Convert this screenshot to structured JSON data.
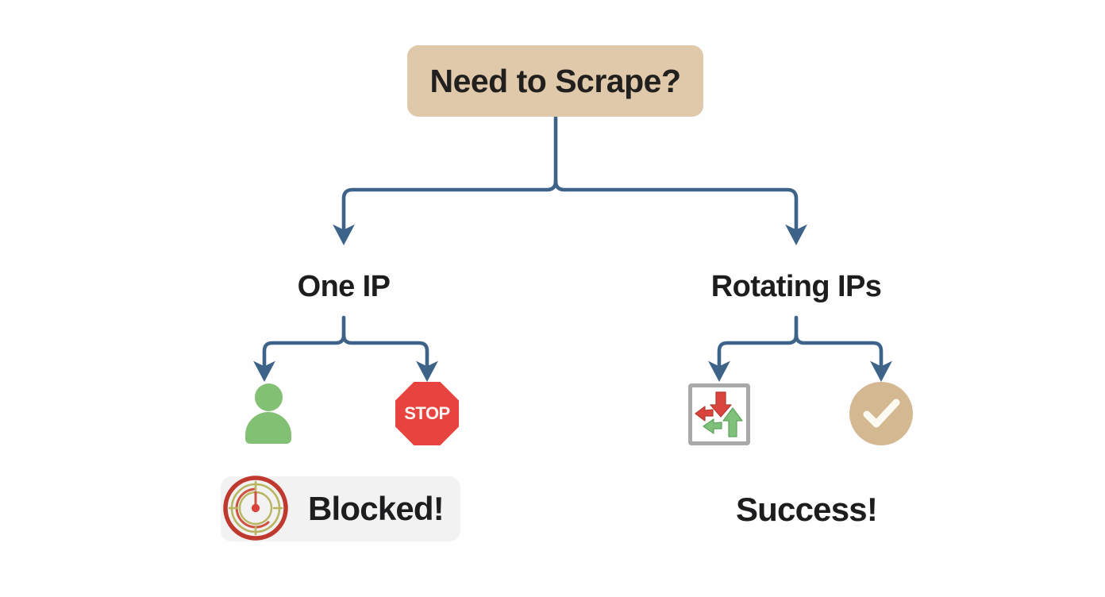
{
  "diagram": {
    "title": "Need to Scrape? decision flowchart",
    "background_color": "#fefefe",
    "connector_color": "#3e6389"
  },
  "root": {
    "label": "Need to Scrape?",
    "fill_color": "#dfc9aa",
    "text_color": "#22201e"
  },
  "branches": [
    {
      "id": "left",
      "label": "One IP",
      "icons": [
        {
          "name": "person-icon",
          "color": "#82c073"
        },
        {
          "name": "stop-sign-icon",
          "color": "#e8443f",
          "text": "STOP"
        }
      ],
      "outcome": {
        "label": "Blocked!",
        "badge_color": "#f2f2f2",
        "icon": "radar-target-icon",
        "icon_colors": {
          "outer_ring": "#c0392f",
          "inner_ring": "#b7b560",
          "center_dot": "#d9433c"
        }
      }
    },
    {
      "id": "right",
      "label": "Rotating IPs",
      "icons": [
        {
          "name": "rotating-arrows-icon",
          "frame_color": "#a9a9a9",
          "arrow_colors": [
            "#d9443c",
            "#7fc07a"
          ]
        },
        {
          "name": "check-circle-icon",
          "color": "#d4b892",
          "check_color": "#fdfaf2"
        }
      ],
      "outcome": {
        "label": "Success!",
        "badge_color": "none"
      }
    }
  ]
}
